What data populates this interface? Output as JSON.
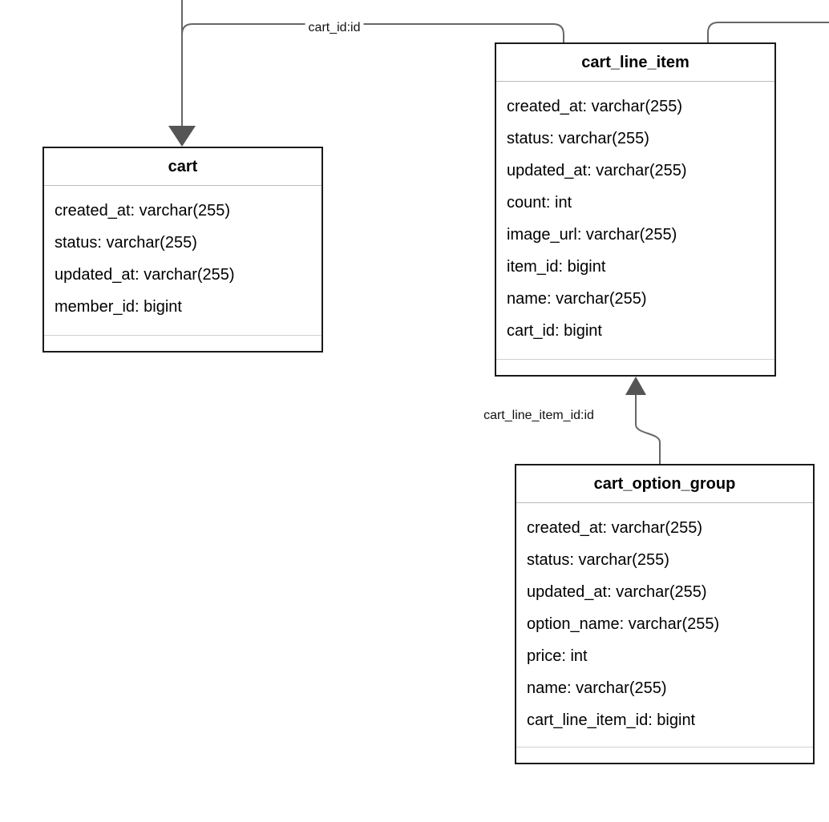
{
  "colors": {
    "background": "#ffffff",
    "table_border": "#1a1a1a",
    "connector": "#666666",
    "arrowhead": "#555555",
    "header_divider": "#b9b9b9",
    "footer_divider": "#cfcfcf"
  },
  "tables": [
    {
      "title": "cart",
      "fields": [
        "created_at: varchar(255)",
        "status: varchar(255)",
        "updated_at: varchar(255)",
        "member_id: bigint"
      ]
    },
    {
      "title": "cart_line_item",
      "fields": [
        "created_at: varchar(255)",
        "status: varchar(255)",
        "updated_at: varchar(255)",
        "count: int",
        "image_url: varchar(255)",
        "item_id: bigint",
        "name: varchar(255)",
        "cart_id: bigint"
      ]
    },
    {
      "title": "cart_option_group",
      "fields": [
        "created_at: varchar(255)",
        "status: varchar(255)",
        "updated_at: varchar(255)",
        "option_name: varchar(255)",
        "price: int",
        "name: varchar(255)",
        "cart_line_item_id: bigint"
      ]
    }
  ],
  "relationships": [
    {
      "label": "cart_id:id",
      "from": "cart_line_item",
      "to": "cart"
    },
    {
      "label": "cart_line_item_id:id",
      "from": "cart_option_group",
      "to": "cart_line_item"
    }
  ]
}
